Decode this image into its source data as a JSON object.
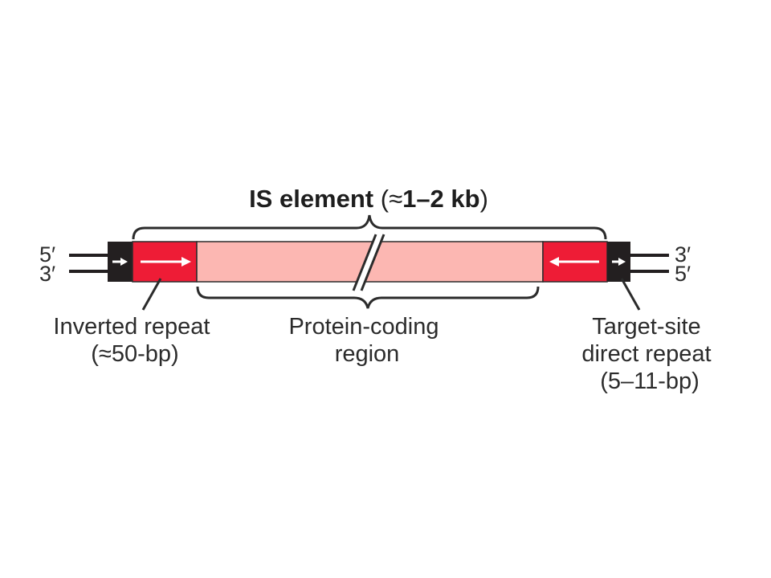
{
  "title": {
    "bold": "IS element",
    "paren_open": " (",
    "approx": "≈",
    "range": "1–2 kb",
    "paren_close": ")"
  },
  "ends": {
    "left_top": "5′",
    "left_bottom": "3′",
    "right_top": "3′",
    "right_bottom": "5′"
  },
  "labels": {
    "inverted_repeat": {
      "line1": "Inverted repeat",
      "line2": "(≈50-bp)"
    },
    "protein_coding": {
      "line1": "Protein-coding",
      "line2": "region"
    },
    "target_site": {
      "line1": "Target-site",
      "line2": "direct repeat",
      "line3": "(5–11-bp)"
    }
  },
  "colors": {
    "inverted_repeat": "#ee1c36",
    "coding_region": "#fcb7b2",
    "direct_repeat": "#231f20",
    "outline": "#2b2b2b",
    "arrow": "#ffffff"
  }
}
